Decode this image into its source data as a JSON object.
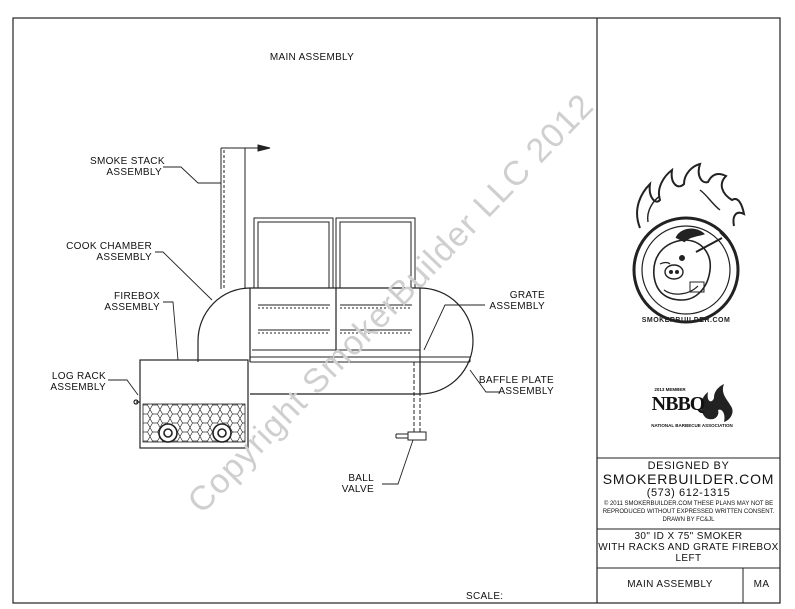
{
  "drawing": {
    "view_title": "MAIN ASSEMBLY",
    "scale_label": "SCALE:",
    "watermark": "Copyright SmokerBuilder LLC 2012",
    "callouts": {
      "smoke_stack": [
        "SMOKE STACK",
        "ASSEMBLY"
      ],
      "cook_chamber": [
        "COOK CHAMBER",
        "ASSEMBLY"
      ],
      "firebox": [
        "FIREBOX",
        "ASSEMBLY"
      ],
      "log_rack": [
        "LOG RACK",
        "ASSEMBLY"
      ],
      "grate": [
        "GRATE",
        "ASSEMBLY"
      ],
      "baffle_plate": [
        "BAFFLE PLATE",
        "ASSEMBLY"
      ],
      "ball_valve": [
        "BALL",
        "VALVE"
      ]
    }
  },
  "title_block": {
    "logo_text": "SMOKERBUILDER.COM",
    "nbbq": {
      "member_year": "2013 MEMBER",
      "mark": "NBBQ",
      "association": "NATIONAL BARBECUE ASSOCIATION"
    },
    "designed_by": "DESIGNED BY",
    "company": "SMOKERBUILDER.COM",
    "phone": "(573) 612-1315",
    "copyright_line1": "© 2011 SMOKERBUILDER.COM THESE PLANS MAY NOT BE",
    "copyright_line2": "REPRODUCED WITHOUT EXPRESSED WRITTEN CONSENT.",
    "drawn_by": "DRAWN BY FC&JL",
    "description": [
      "30\" ID X 75\" SMOKER",
      "WITH RACKS AND GRATE FIREBOX",
      "LEFT"
    ],
    "sheet_name": "MAIN ASSEMBLY",
    "sheet_code": "MA"
  }
}
